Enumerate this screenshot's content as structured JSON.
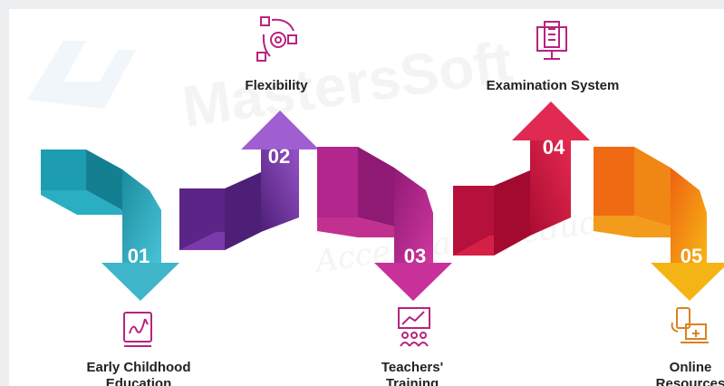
{
  "watermark": {
    "brand": "MastersSoft",
    "tagline": "Accelerating education"
  },
  "steps": [
    {
      "number": "01",
      "label_line1": "Early Childhood",
      "label_line2": "Education",
      "icon": "education-tablet-icon",
      "color_dark": "#1b8c9f",
      "color_light": "#48c3d6"
    },
    {
      "number": "02",
      "label_line1": "Flexibility",
      "label_line2": "",
      "icon": "flexibility-cycle-icon",
      "color_dark": "#4e1f77",
      "color_light": "#9552c7"
    },
    {
      "number": "03",
      "label_line1": "Teachers'",
      "label_line2": "Training",
      "icon": "teacher-training-icon",
      "color_dark": "#8f1a74",
      "color_light": "#d0379f"
    },
    {
      "number": "04",
      "label_line1": "Examination System",
      "label_line2": "",
      "icon": "examination-monitor-icon",
      "color_dark": "#aa0c32",
      "color_light": "#e5294f"
    },
    {
      "number": "05",
      "label_line1": "Online",
      "label_line2": "Resources",
      "icon": "online-resources-icon",
      "color_dark": "#ee6112",
      "color_light": "#f7b514"
    }
  ]
}
